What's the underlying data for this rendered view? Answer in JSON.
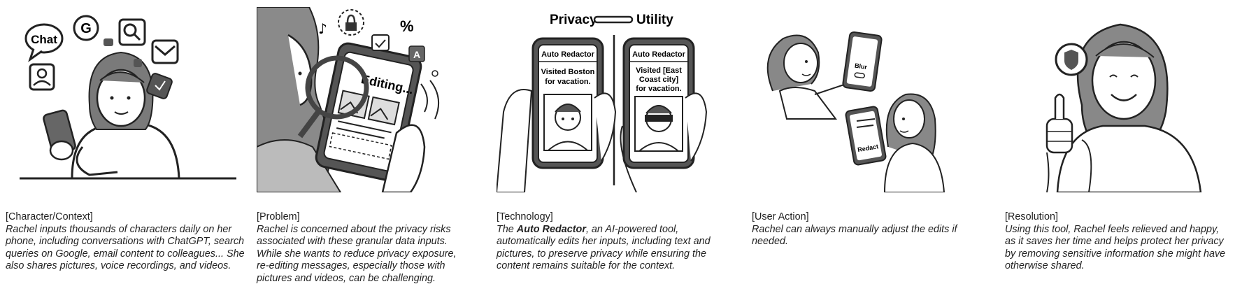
{
  "panels": [
    {
      "tag": "[Character/Context]",
      "text": "Rachel inputs thousands of characters daily on her phone, including conversations with ChatGPT, search queries on Google, email content to colleagues... She also shares pictures, voice recordings, and videos.",
      "art_labels": {
        "bubble": "Chat",
        "g_letter": "G"
      }
    },
    {
      "tag": "[Problem]",
      "text": "Rachel is concerned about the privacy risks associated with these granular data inputs. While she wants to reduce privacy exposure, re-editing messages, especially those with pictures and videos, can be challenging.",
      "art_labels": {
        "screen": "Editing...",
        "percent": "%",
        "a_letter": "A"
      }
    },
    {
      "tag": "[Technology]",
      "text_prefix": "The ",
      "text_bold": "Auto Redactor",
      "text_suffix": ", an AI-powered tool, automatically edits her inputs, including text and pictures, to preserve privacy while ensuring the content remains suitable for the context.",
      "art_labels": {
        "privacy": "Privacy",
        "utility": "Utility",
        "app_left": "Auto Redactor",
        "app_right": "Auto Redactor",
        "msg_left_1": "Visited Boston",
        "msg_left_2": "for vacation.",
        "msg_right_1": "Visited [East",
        "msg_right_2": "Coast city]",
        "msg_right_3": "for vacation."
      }
    },
    {
      "tag": "[User Action]",
      "text": "Rachel can always manually adjust the edits if needed.",
      "art_labels": {
        "blur": "Blur",
        "redact": "Redact"
      }
    },
    {
      "tag": "[Resolution]",
      "text": "Using this tool, Rachel feels relieved and happy, as it saves her time and helps protect her privacy by removing sensitive information she might have otherwise shared."
    }
  ]
}
